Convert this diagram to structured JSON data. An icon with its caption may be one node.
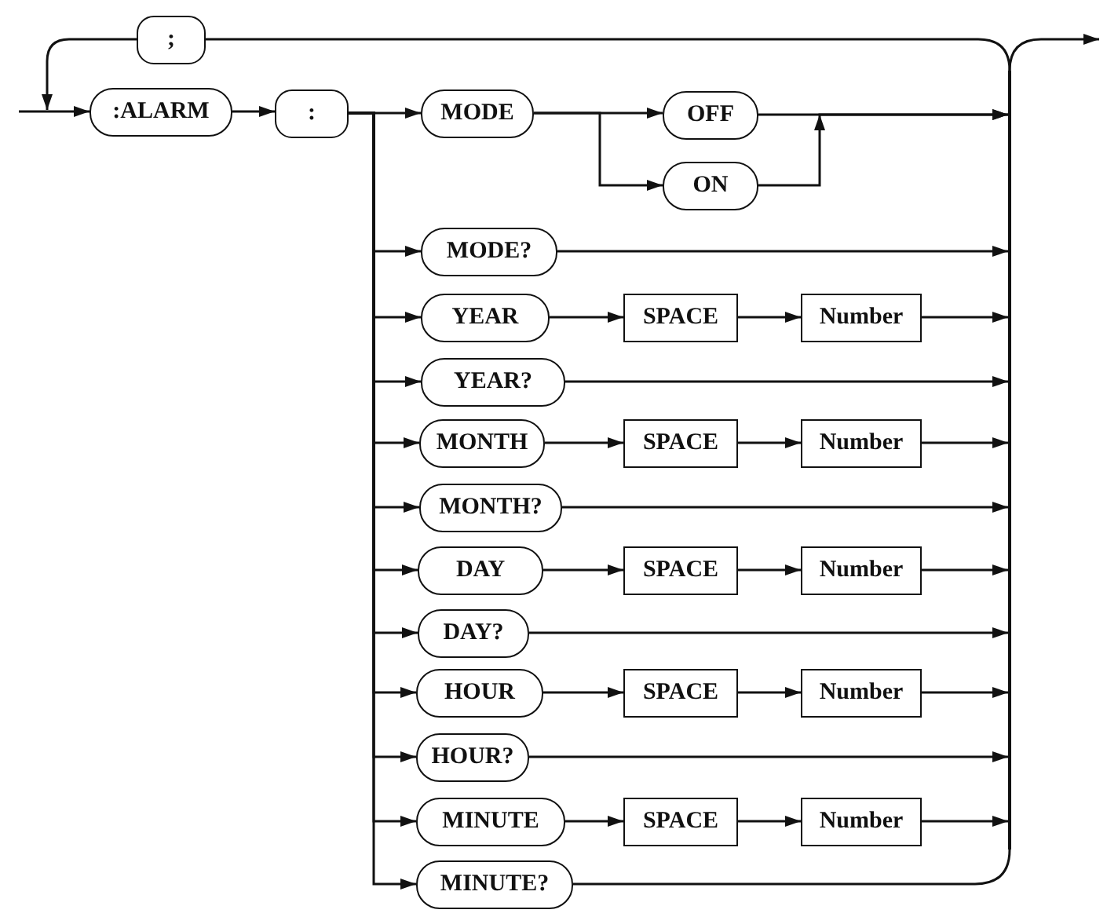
{
  "diagram": {
    "nodes": [
      {
        "text": [
          ";"
        ]
      },
      {
        "text": [
          ":ALARM"
        ]
      },
      {
        "text": [
          ":"
        ]
      },
      {
        "text": [
          "MODE"
        ]
      },
      {
        "text": [
          "OFF"
        ]
      },
      {
        "text": [
          "ON"
        ]
      },
      {
        "text": [
          "MODE?"
        ]
      },
      {
        "text": [
          "YEAR"
        ]
      },
      {
        "text": [
          "SPACE"
        ]
      },
      {
        "text": [
          "Number"
        ]
      },
      {
        "text": [
          "YEAR?"
        ]
      },
      {
        "text": [
          "MONTH"
        ]
      },
      {
        "text": [
          "SPACE"
        ]
      },
      {
        "text": [
          "Number"
        ]
      },
      {
        "text": [
          "MONTH?"
        ]
      },
      {
        "text": [
          "DAY"
        ]
      },
      {
        "text": [
          "SPACE"
        ]
      },
      {
        "text": [
          "Number"
        ]
      },
      {
        "text": [
          "DAY?"
        ]
      },
      {
        "text": [
          "HOUR"
        ]
      },
      {
        "text": [
          "SPACE"
        ]
      },
      {
        "text": [
          "Number"
        ]
      },
      {
        "text": [
          "HOUR?"
        ]
      },
      {
        "text": [
          "MINUTE"
        ]
      },
      {
        "text": [
          "SPACE"
        ]
      },
      {
        "text": [
          "Number"
        ]
      },
      {
        "text": [
          "MINUTE?"
        ]
      },
      {
        "text": [],
        "shape": "bar"
      }
    ],
    "edges": [
      {
        "from": null,
        "to": 1,
        "arrow": "to"
      },
      {
        "from": 0,
        "to": 1,
        "arrow": "to"
      },
      {
        "from": 1,
        "to": 2,
        "arrow": "to"
      },
      {
        "from": 2,
        "to": 3,
        "arrow": "to"
      },
      {
        "from": 3,
        "to": 4,
        "arrow": "to"
      },
      {
        "from": 3,
        "to": 5,
        "arrow": "to"
      },
      {
        "from": 4,
        "to": 27,
        "arrow": "to"
      },
      {
        "from": 5,
        "to": 27,
        "arrow": "to"
      },
      {
        "from": 2,
        "to": 6,
        "arrow": "to"
      },
      {
        "from": 6,
        "to": 27,
        "arrow": "to"
      },
      {
        "from": 2,
        "to": 7,
        "arrow": "to"
      },
      {
        "from": 7,
        "to": 8,
        "arrow": "to"
      },
      {
        "from": 8,
        "to": 9,
        "arrow": "to"
      },
      {
        "from": 9,
        "to": 27,
        "arrow": "to"
      },
      {
        "from": 2,
        "to": 10,
        "arrow": "to"
      },
      {
        "from": 10,
        "to": 27,
        "arrow": "to"
      },
      {
        "from": 2,
        "to": 11,
        "arrow": "to"
      },
      {
        "from": 11,
        "to": 12,
        "arrow": "to"
      },
      {
        "from": 12,
        "to": 13,
        "arrow": "to"
      },
      {
        "from": 13,
        "to": 27,
        "arrow": "to"
      },
      {
        "from": 2,
        "to": 14,
        "arrow": "to"
      },
      {
        "from": 14,
        "to": 27,
        "arrow": "to"
      },
      {
        "from": 2,
        "to": 15,
        "arrow": "to"
      },
      {
        "from": 15,
        "to": 16,
        "arrow": "to"
      },
      {
        "from": 16,
        "to": 17,
        "arrow": "to"
      },
      {
        "from": 17,
        "to": 27,
        "arrow": "to"
      },
      {
        "from": 2,
        "to": 18,
        "arrow": "to"
      },
      {
        "from": 18,
        "to": 27,
        "arrow": "to"
      },
      {
        "from": 2,
        "to": 19,
        "arrow": "to"
      },
      {
        "from": 19,
        "to": 20,
        "arrow": "to"
      },
      {
        "from": 20,
        "to": 21,
        "arrow": "to"
      },
      {
        "from": 21,
        "to": 27,
        "arrow": "to"
      },
      {
        "from": 2,
        "to": 22,
        "arrow": "to"
      },
      {
        "from": 22,
        "to": 27,
        "arrow": "to"
      },
      {
        "from": 2,
        "to": 23,
        "arrow": "to"
      },
      {
        "from": 23,
        "to": 24,
        "arrow": "to"
      },
      {
        "from": 24,
        "to": 25,
        "arrow": "to"
      },
      {
        "from": 25,
        "to": 27,
        "arrow": "to"
      },
      {
        "from": 2,
        "to": 26,
        "arrow": "to"
      },
      {
        "from": 26,
        "to": 27,
        "arrow": "none"
      },
      {
        "from": 27,
        "to": 0,
        "arrow": "none"
      },
      {
        "from": 27,
        "to": null,
        "arrow": "to"
      }
    ]
  }
}
